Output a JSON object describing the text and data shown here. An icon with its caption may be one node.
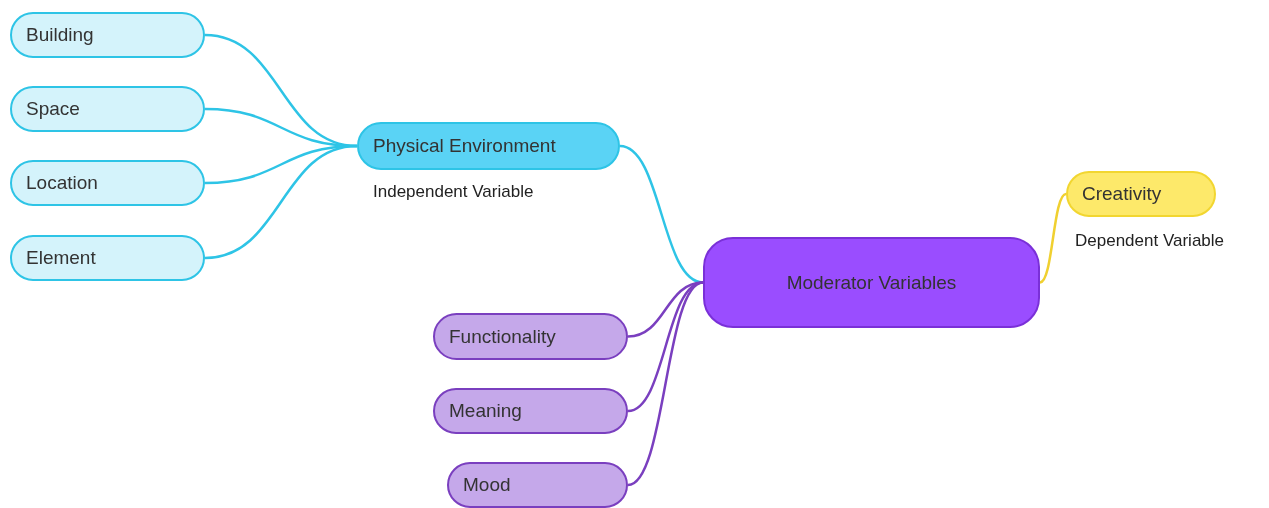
{
  "diagram": {
    "nodes": [
      {
        "text": [
          "Building"
        ]
      },
      {
        "text": [
          "Space"
        ]
      },
      {
        "text": [
          "Location"
        ]
      },
      {
        "text": [
          "Element"
        ]
      },
      {
        "text": [
          "Physical Environment"
        ],
        "beside": [
          "Independent Variable"
        ]
      },
      {
        "text": [
          "Moderator Variables"
        ]
      },
      {
        "text": [
          "Creativity"
        ],
        "beside": [
          "Dependent Variable"
        ]
      },
      {
        "text": [
          "Functionality"
        ]
      },
      {
        "text": [
          "Meaning"
        ]
      },
      {
        "text": [
          "Mood"
        ]
      }
    ],
    "edges": [
      {
        "from": 4,
        "to": 0,
        "arrow": "none"
      },
      {
        "from": 4,
        "to": 1,
        "arrow": "none"
      },
      {
        "from": 4,
        "to": 2,
        "arrow": "none"
      },
      {
        "from": 4,
        "to": 3,
        "arrow": "none"
      },
      {
        "from": 5,
        "to": 4,
        "arrow": "none"
      },
      {
        "from": 5,
        "to": 6,
        "arrow": "none",
        "color": "#f0d030"
      },
      {
        "from": 5,
        "to": 7,
        "arrow": "none",
        "color": "#7a3fbf"
      },
      {
        "from": 5,
        "to": 8,
        "arrow": "none",
        "color": "#7a3fbf"
      },
      {
        "from": 5,
        "to": 9,
        "arrow": "none",
        "color": "#7a3fbf"
      }
    ]
  }
}
